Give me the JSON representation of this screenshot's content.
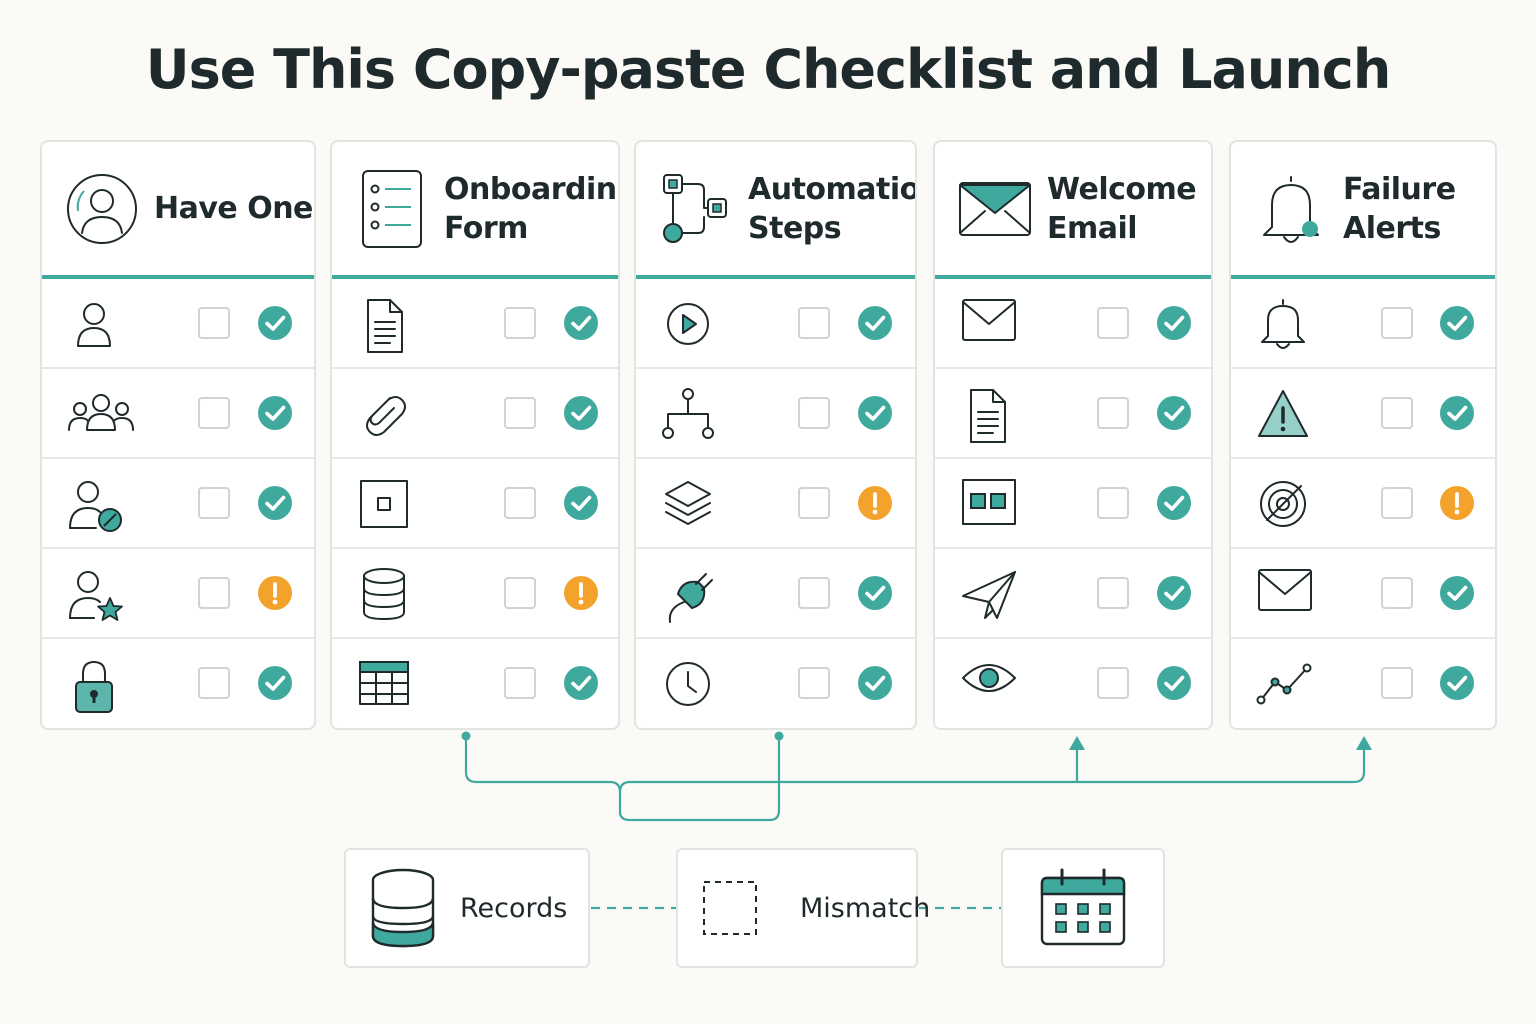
{
  "title": "Use This Copy-paste Checklist and Launch",
  "colors": {
    "accent": "#3fa99d",
    "warning": "#f3a32b",
    "ink": "#1f2a2c",
    "border": "#e2e4e2"
  },
  "columns": [
    {
      "title": "Have One",
      "head_icon": "user-circle-icon",
      "rows": [
        {
          "icon": "user-icon",
          "status": "check"
        },
        {
          "icon": "group-icon",
          "status": "check"
        },
        {
          "icon": "user-blocked-icon",
          "status": "check"
        },
        {
          "icon": "user-star-icon",
          "status": "warning"
        },
        {
          "icon": "lock-icon",
          "status": "check"
        }
      ]
    },
    {
      "title": "Onboarding\nForm",
      "head_icon": "checklist-form-icon",
      "rows": [
        {
          "icon": "document-icon",
          "status": "check"
        },
        {
          "icon": "paperclip-icon",
          "status": "check"
        },
        {
          "icon": "square-field-icon",
          "status": "check"
        },
        {
          "icon": "database-icon",
          "status": "warning"
        },
        {
          "icon": "table-icon",
          "status": "check"
        }
      ]
    },
    {
      "title": "Automation\nSteps",
      "head_icon": "workflow-icon",
      "rows": [
        {
          "icon": "play-icon",
          "status": "check"
        },
        {
          "icon": "hierarchy-icon",
          "status": "check"
        },
        {
          "icon": "layers-icon",
          "status": "warning"
        },
        {
          "icon": "plug-icon",
          "status": "check"
        },
        {
          "icon": "clock-icon",
          "status": "check"
        }
      ]
    },
    {
      "title": "Welcome\nEmail",
      "head_icon": "envelope-filled-icon",
      "rows": [
        {
          "icon": "envelope-icon",
          "status": "check"
        },
        {
          "icon": "document-icon",
          "status": "check"
        },
        {
          "icon": "layout-blocks-icon",
          "status": "check"
        },
        {
          "icon": "paper-plane-icon",
          "status": "check"
        },
        {
          "icon": "eye-icon",
          "status": "check"
        }
      ]
    },
    {
      "title": "Failure\nAlerts",
      "head_icon": "bell-dot-icon",
      "rows": [
        {
          "icon": "bell-icon",
          "status": "check"
        },
        {
          "icon": "warning-triangle-icon",
          "status": "check"
        },
        {
          "icon": "target-icon",
          "status": "warning"
        },
        {
          "icon": "envelope-icon",
          "status": "check"
        },
        {
          "icon": "line-chart-icon",
          "status": "check"
        }
      ]
    }
  ],
  "bottom": [
    {
      "label": "Records",
      "icon": "database-icon"
    },
    {
      "label": "Mismatch",
      "icon": "dashed-box-icon"
    },
    {
      "label": "",
      "icon": "calendar-icon"
    }
  ]
}
